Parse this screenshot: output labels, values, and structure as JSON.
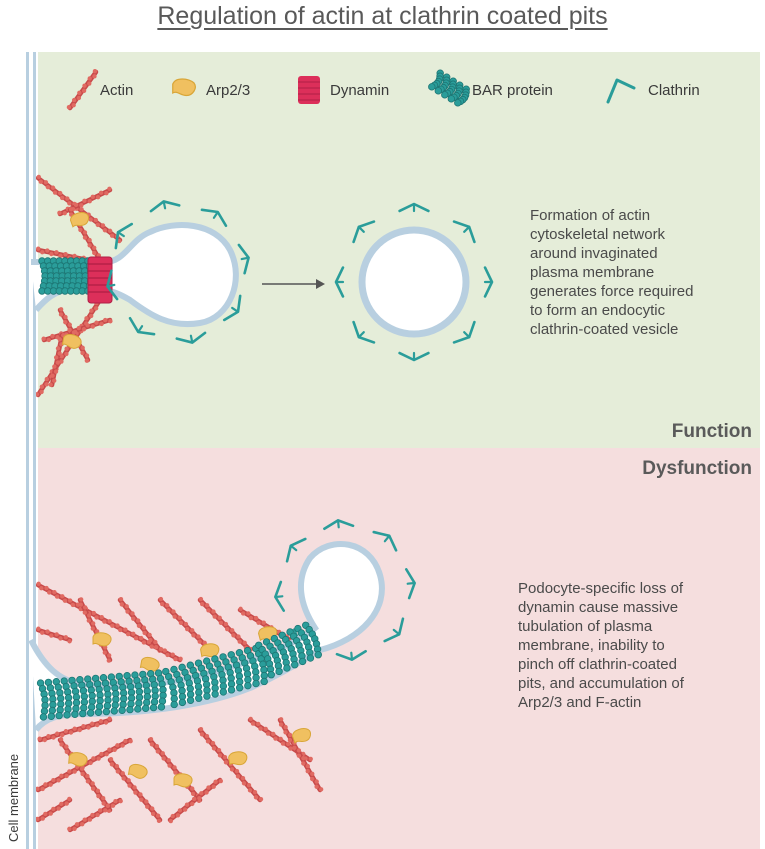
{
  "title": "Regulation of actin at clathrin coated pits",
  "legend": {
    "actin": "Actin",
    "arp": "Arp2/3",
    "dynamin": "Dynamin",
    "bar": "BAR protein",
    "clathrin": "Clathrin"
  },
  "function_panel": {
    "label": "Function",
    "description": [
      "Formation of actin",
      "cytoskeletal network",
      "around invaginated",
      "plasma membrane",
      "generates force required",
      "to form an endocytic",
      "clathrin-coated vesicle"
    ],
    "background": "#e5edd9"
  },
  "dysfunction_panel": {
    "label": "Dysfunction",
    "description": [
      "Podocyte-specific loss of",
      "dynamin cause massive",
      "tubulation of plasma",
      "membrane, inability to",
      "pinch off clathrin-coated",
      "pits, and accumulation of",
      "Arp2/3 and F-actin"
    ],
    "background": "#f5dede"
  },
  "membrane_label": "Cell membrane",
  "colors": {
    "actin": "#d9534f",
    "arp": "#f0c060",
    "dynamin": "#dc2f5a",
    "bar": "#2a9d9a",
    "clathrin": "#2a9d9a",
    "membrane": "#b8cfe0"
  }
}
